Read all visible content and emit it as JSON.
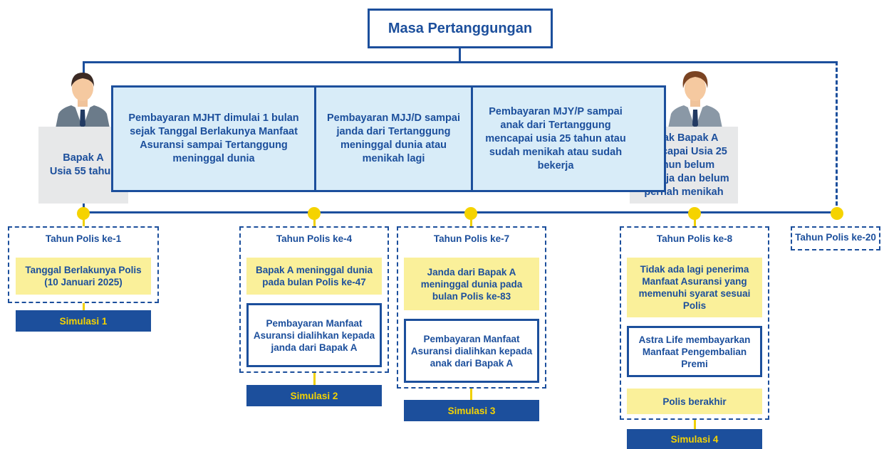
{
  "title": "Masa Pertanggungan",
  "person_left": "Bapak A\nUsia 55 tahun",
  "person_right": "Anak Bapak A mencapai Usia 25 tahun belum bekerja dan belum pernah menikah",
  "benefits": [
    "Pembayaran MJHT dimulai 1 bulan sejak Tanggal Berlakunya Manfaat Asuransi sampai Tertanggung meninggal dunia",
    "Pembayaran MJJ/D sampai janda dari Tertanggung meninggal dunia atau menikah lagi",
    "Pembayaran MJY/P sampai anak dari Tertanggung mencapai usia 25 tahun atau sudah menikah atau sudah bekerja"
  ],
  "simulations": [
    {
      "year": "Tahun Polis ke-1",
      "steps": [
        "Tanggal Berlakunya Polis (10 Januari 2025)"
      ],
      "label": "Simulasi 1"
    },
    {
      "year": "Tahun Polis ke-4",
      "steps": [
        "Bapak A meninggal dunia pada bulan Polis ke-47",
        "Pembayaran Manfaat Asuransi dialihkan kepada janda dari Bapak A"
      ],
      "label": "Simulasi 2"
    },
    {
      "year": "Tahun Polis ke-7",
      "steps": [
        "Janda dari Bapak A meninggal dunia pada bulan Polis ke-83",
        "Pembayaran Manfaat Asuransi dialihkan kepada anak dari Bapak A"
      ],
      "label": "Simulasi 3"
    },
    {
      "year": "Tahun Polis ke-8",
      "steps": [
        "Tidak ada lagi penerima Manfaat Asuransi yang memenuhi syarat sesuai Polis",
        "Astra Life membayarkan Manfaat Pengembalian Premi",
        "Polis berakhir"
      ],
      "label": "Simulasi 4"
    }
  ],
  "end_year": "Tahun Polis ke-20",
  "colors": {
    "primary": "#1c4f9c",
    "light_blue": "#d8ecf8",
    "yellow": "#f5d300",
    "pale_yellow": "#faf09a",
    "gray": "#e7e8e9"
  }
}
